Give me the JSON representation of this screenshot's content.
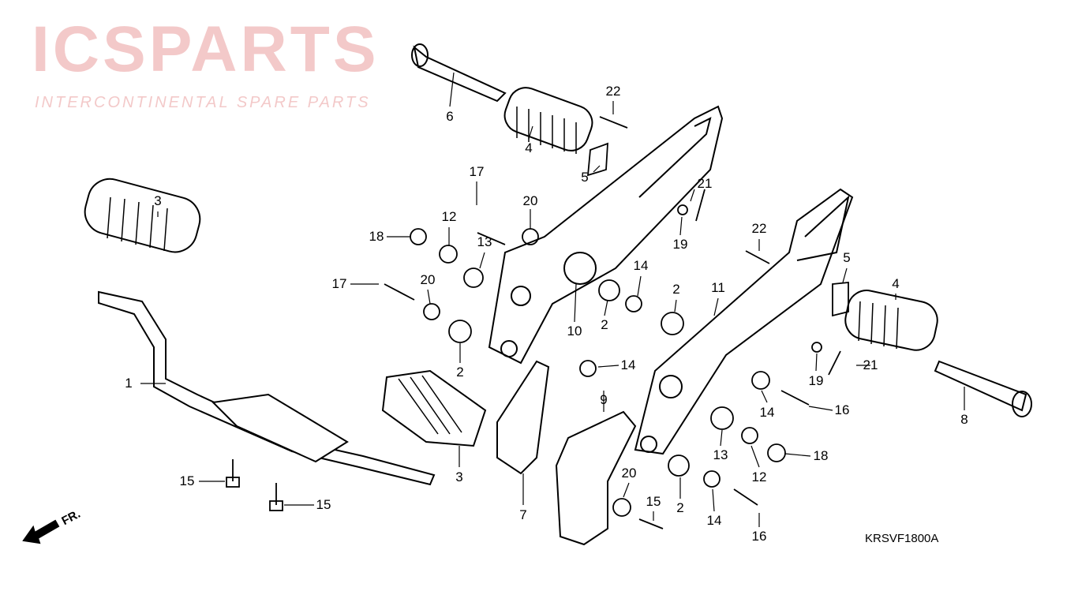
{
  "diagram_code": "KRSVF1800A",
  "front_marker": "FR.",
  "watermark": {
    "brand": "ICSPARTS",
    "tagline": "INTERCONTINENTAL SPARE PARTS"
  },
  "callouts": [
    "6",
    "22",
    "4",
    "5",
    "21",
    "19",
    "3",
    "17",
    "20",
    "18",
    "12",
    "13",
    "17",
    "20",
    "14",
    "2",
    "11",
    "22",
    "5",
    "4",
    "10",
    "2",
    "2",
    "14",
    "19",
    "21",
    "1",
    "9",
    "14",
    "16",
    "8",
    "3",
    "13",
    "12",
    "18",
    "15",
    "15",
    "20",
    "15",
    "7",
    "2",
    "14",
    "16"
  ],
  "colors": {
    "line": "#000000",
    "watermark": "#f3c9c9"
  }
}
